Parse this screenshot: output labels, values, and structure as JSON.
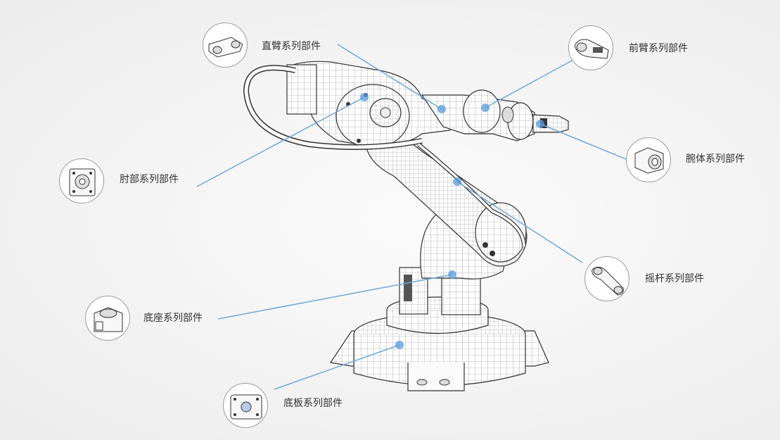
{
  "theme": {
    "leader_color": "#6fa8dc",
    "hotspot_color": "#5a9bdc"
  },
  "parts": [
    {
      "id": "straight-arm",
      "label": "直臂系列部件"
    },
    {
      "id": "forearm",
      "label": "前臂系列部件"
    },
    {
      "id": "elbow",
      "label": "肘部系列部件"
    },
    {
      "id": "wrist",
      "label": "腕体系列部件"
    },
    {
      "id": "rocker",
      "label": "摇杆系列部件"
    },
    {
      "id": "base-seat",
      "label": "底座系列部件"
    },
    {
      "id": "base-plate",
      "label": "底板系列部件"
    }
  ]
}
